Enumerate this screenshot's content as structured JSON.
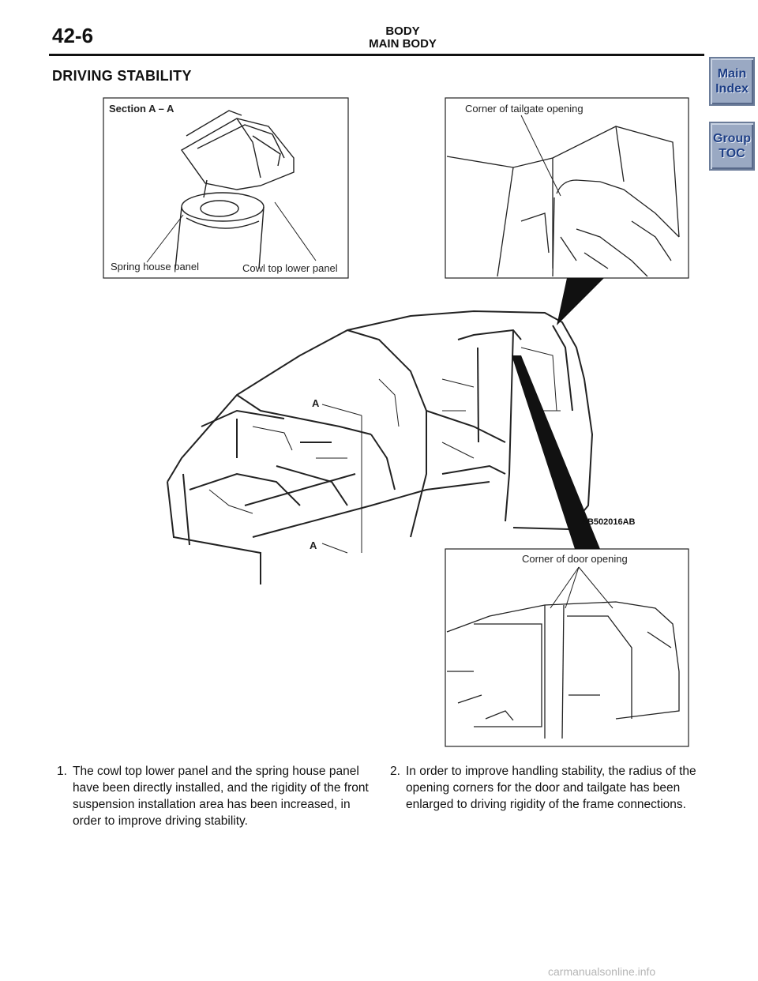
{
  "header": {
    "page_number": "42-6",
    "title_line1": "BODY",
    "title_line2": "MAIN BODY"
  },
  "section_title": "DRIVING STABILITY",
  "nav": {
    "main_index_line1": "Main",
    "main_index_line2": "Index",
    "group_toc_line1": "Group",
    "group_toc_line2": "TOC"
  },
  "figure": {
    "section_label": "Section A – A",
    "spring_house_panel": "Spring house panel",
    "cowl_top_lower_panel": "Cowl top lower panel",
    "corner_tailgate": "Corner of tailgate opening",
    "corner_door": "Corner of door opening",
    "marker_a_top": "A",
    "marker_a_bottom": "A",
    "figure_id": "AB502016AB"
  },
  "paragraphs": [
    {
      "num": "1.",
      "text": "The cowl top lower panel and the spring house panel have been directly installed, and the rigidity of the front suspension installation area has been increased, in order to improve driving stability."
    },
    {
      "num": "2.",
      "text": "In order to improve handling stability, the radius of the opening corners for the door and tailgate has been enlarged to driving rigidity of the frame connections."
    }
  ],
  "watermark": "carmanualsonline.info"
}
